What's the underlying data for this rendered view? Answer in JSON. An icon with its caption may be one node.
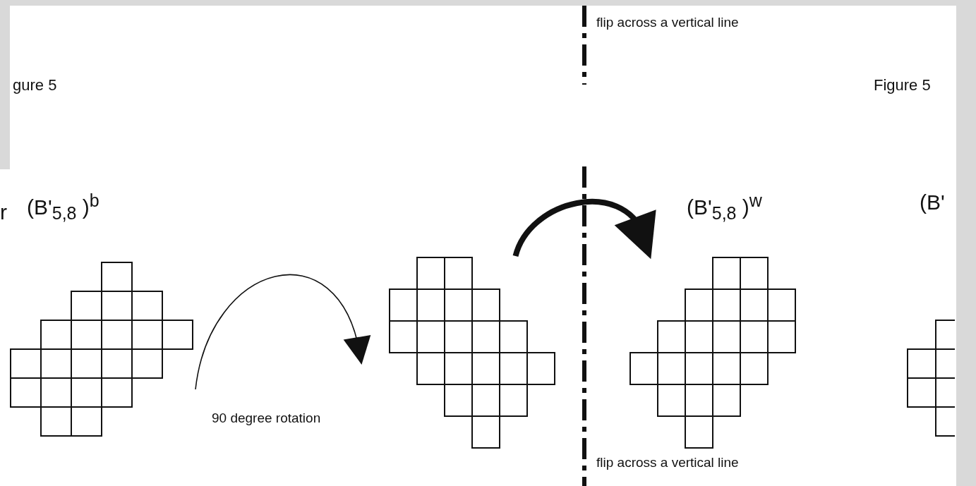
{
  "diagram": {
    "nodes": [
      {
        "text": [],
        "shape": "grid"
      },
      {
        "text": [],
        "shape": "grid"
      },
      {
        "text": [],
        "shape": "grid"
      },
      {
        "text": [],
        "shape": "grid"
      }
    ],
    "edges": [
      {
        "from": 0,
        "to": 1,
        "arrow": "to",
        "label": "90 degree rotation"
      },
      {
        "from": 1,
        "to": 2,
        "arrow": "to",
        "style": "thick"
      }
    ],
    "labels": [
      "flip across a vertical line",
      "gure 5",
      "Figure 5",
      "r",
      "(B'$_{5,8}$ )$^{b}$",
      "(B'$_{5,8}$ )$^{w}$",
      "(B'",
      "flip across a vertical line"
    ]
  }
}
